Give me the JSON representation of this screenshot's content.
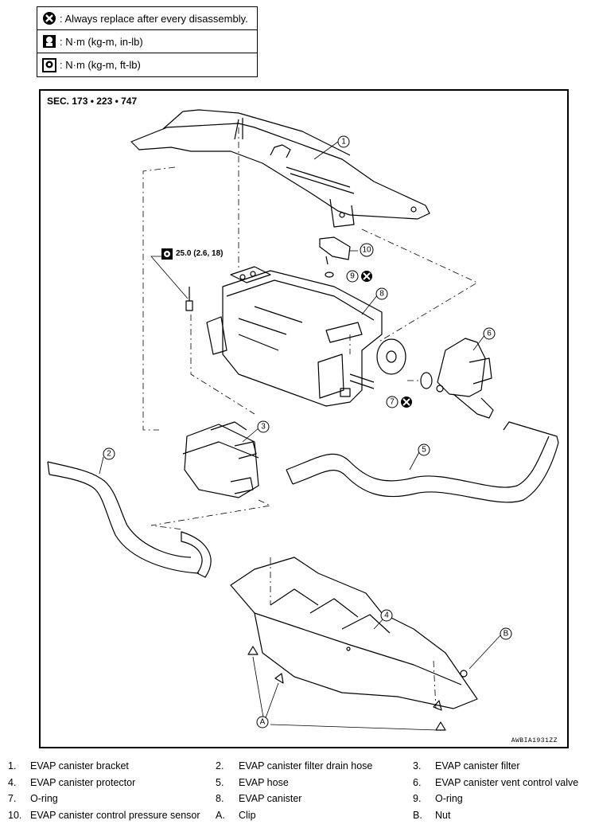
{
  "legend": {
    "rows": [
      {
        "icon": "x-circle-icon",
        "text": ": Always replace after every disassembly."
      },
      {
        "icon": "torque-wrench-icon",
        "text": ": N·m (kg-m, in-lb)"
      },
      {
        "icon": "torque-wrench-icon",
        "text": ": N·m (kg-m, ft-lb)"
      }
    ]
  },
  "diagram": {
    "section": "SEC. 173 • 223 • 747",
    "torque_spec": "25.0 (2.6, 18)",
    "figure_code": "AWBIA1931ZZ",
    "callouts": {
      "c1": "1",
      "c2": "2",
      "c3": "3",
      "c4": "4",
      "c5": "5",
      "c6": "6",
      "c7": "7",
      "c8": "8",
      "c9": "9",
      "c10": "10",
      "cA": "A",
      "cB": "B"
    }
  },
  "parts_list": [
    [
      {
        "num": "1.",
        "name": "EVAP canister bracket"
      },
      {
        "num": "2.",
        "name": "EVAP canister filter drain hose"
      },
      {
        "num": "3.",
        "name": "EVAP canister filter"
      }
    ],
    [
      {
        "num": "4.",
        "name": "EVAP canister protector"
      },
      {
        "num": "5.",
        "name": "EVAP hose"
      },
      {
        "num": "6.",
        "name": "EVAP canister vent control valve"
      }
    ],
    [
      {
        "num": "7.",
        "name": "O-ring"
      },
      {
        "num": "8.",
        "name": "EVAP canister"
      },
      {
        "num": "9.",
        "name": "O-ring"
      }
    ],
    [
      {
        "num": "10.",
        "name": "EVAP canister control pressure sensor"
      },
      {
        "num": "A.",
        "name": "Clip"
      },
      {
        "num": "B.",
        "name": "Nut"
      }
    ]
  ]
}
